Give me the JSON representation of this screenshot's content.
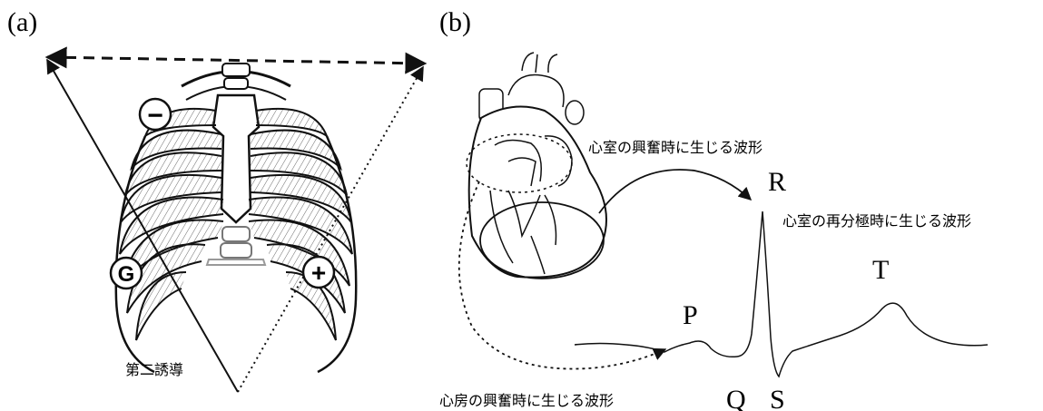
{
  "panels": {
    "a": {
      "label": "(a)"
    },
    "b": {
      "label": "(b)"
    }
  },
  "electrodes": {
    "negative": "−",
    "positive": "+",
    "ground": "G"
  },
  "lead_label": "第二誘導",
  "ecg": {
    "P": "P",
    "Q": "Q",
    "R": "R",
    "S": "S",
    "T": "T"
  },
  "annotations": {
    "ventricle_excitation": "心室の興奮時に生じる波形",
    "ventricle_repolarization": "心室の再分極時に生じる波形",
    "atrium_excitation": "心房の興奮時に生じる波形"
  }
}
